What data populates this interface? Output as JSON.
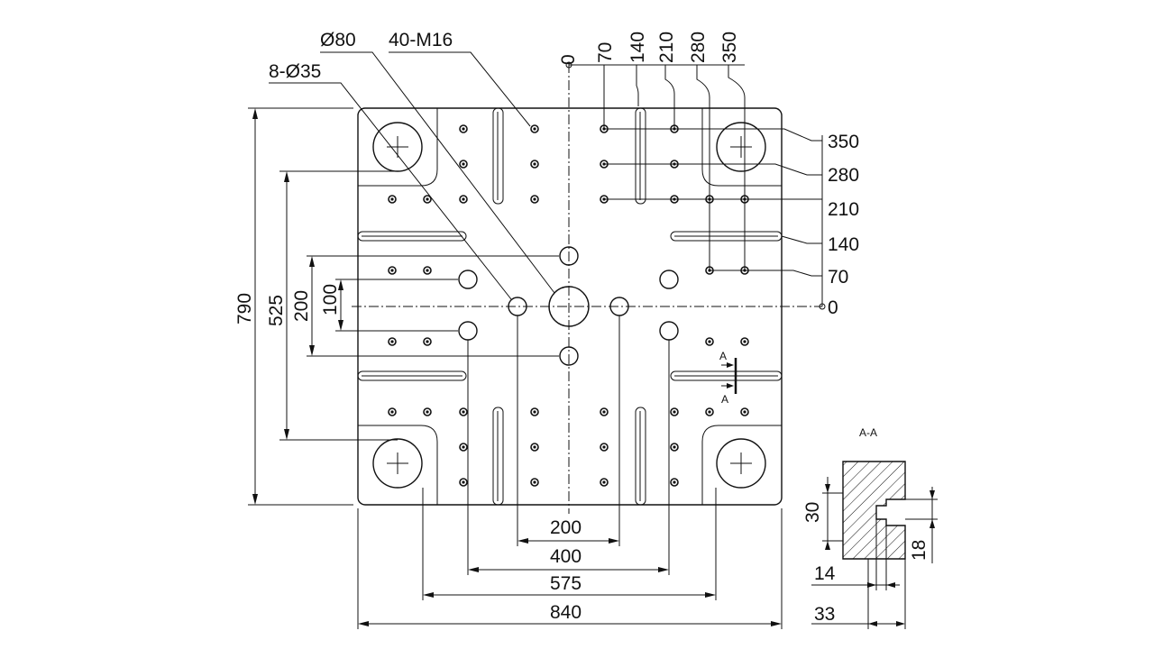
{
  "drawing": {
    "colors": {
      "line": "#111111",
      "background": "#ffffff"
    },
    "callouts": {
      "bore_center": "Ø80",
      "tapped_holes": "40-M16",
      "through_holes": "8-Ø35"
    },
    "dimensions": {
      "bottom": [
        "200",
        "400",
        "575",
        "840"
      ],
      "left": [
        "790",
        "525",
        "200",
        "100"
      ]
    },
    "hole_grid_labels": {
      "x": [
        "0",
        "70",
        "140",
        "210",
        "280",
        "350"
      ],
      "y": [
        "350",
        "280",
        "210",
        "140",
        "70",
        "0"
      ]
    },
    "section": {
      "cut_marker": "A",
      "title": "A-A",
      "dimensions": [
        "30",
        "18",
        "14",
        "33"
      ]
    }
  }
}
